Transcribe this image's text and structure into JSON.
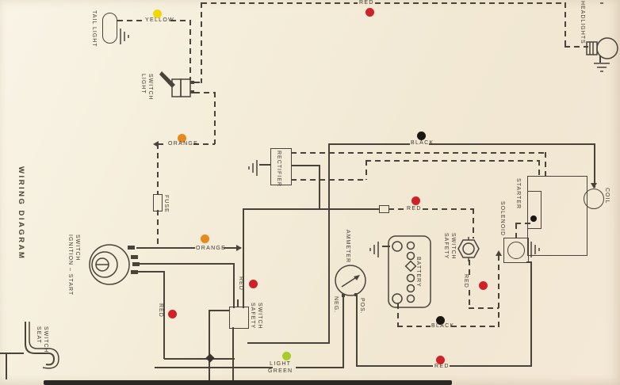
{
  "title": "WIRING DIAGRAM",
  "components": {
    "tail_light": "TAIL LIGHT",
    "light_switch": "LIGHT\nSWITCH",
    "headlights": "HEADLIGHTS",
    "rectifier": "RECTIFIER",
    "fuse": "FUSE",
    "ignition_switch": "IGNITION – START\nSWITCH",
    "ammeter": "AMMETER",
    "neg": "NEG.",
    "pos": "POS.",
    "battery": "BATTERY",
    "safety_switch_right": "SAFETY\nSWITCH",
    "safety_switch_lower": "SAFETY\nSWITCH",
    "solenoid": "SOLENOID",
    "starter": "STARTER",
    "coil": "COIL",
    "seat_switch": "SEAT\nSWITCH"
  },
  "wire_labels": {
    "yellow": {
      "text": "YELLOW",
      "color": "yellow"
    },
    "red_top": {
      "text": "RED",
      "color": "red"
    },
    "orange_upper": {
      "text": "ORANGE",
      "color": "orange"
    },
    "orange_lower": {
      "text": "ORANGE",
      "color": "orange"
    },
    "black_upper": {
      "text": "BLACK",
      "color": "black"
    },
    "black_lower": {
      "text": "BLACK",
      "color": "black"
    },
    "red_mid": {
      "text": "RED",
      "color": "red"
    },
    "red_right": {
      "text": "RED",
      "color": "red"
    },
    "red_left": {
      "text": "RED",
      "color": "red"
    },
    "red_center": {
      "text": "RED",
      "color": "red"
    },
    "red_bottom": {
      "text": "RED",
      "color": "red"
    },
    "light_green": {
      "text": "LIGHT\nGREEN",
      "color": "light_green"
    }
  },
  "colors": {
    "yellow": "#f0d703",
    "red": "#cf2128",
    "orange": "#e8891d",
    "black": "#1a1612",
    "light_green": "#a6cc2a",
    "line": "#4a433a",
    "paper": "#f3ebd7"
  }
}
